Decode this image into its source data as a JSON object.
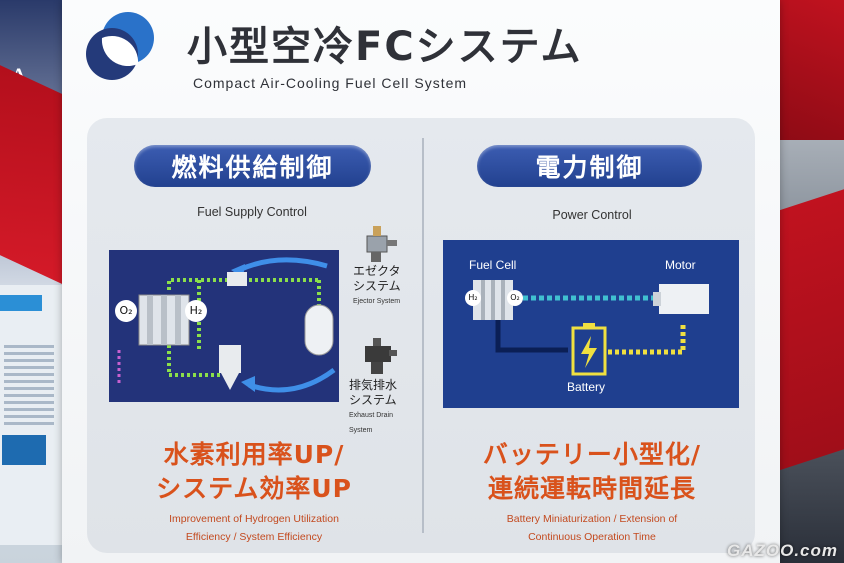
{
  "background": {
    "left_letter": "A"
  },
  "header": {
    "title_ja": "小型空冷FCシステム",
    "title_en": "Compact Air-Cooling Fuel Cell System"
  },
  "left_section": {
    "pill": "燃料供給制御",
    "subtitle": "Fuel Supply Control",
    "labels": {
      "o2": "O₂",
      "h2": "H₂",
      "ejector_ja_1": "エゼクタ",
      "ejector_ja_2": "システム",
      "ejector_en": "Ejector System",
      "exhaust_ja_1": "排気排水",
      "exhaust_ja_2": "システム",
      "exhaust_en_1": "Exhaust Drain",
      "exhaust_en_2": "System"
    },
    "benefit_ja_1": "水素利用率UP/",
    "benefit_ja_2": "システム効率UP",
    "benefit_en_1": "Improvement of Hydrogen Utilization",
    "benefit_en_2": "Efficiency / System Efficiency"
  },
  "right_section": {
    "pill": "電力制御",
    "subtitle": "Power Control",
    "labels": {
      "fuel_cell": "Fuel Cell",
      "motor": "Motor",
      "battery": "Battery",
      "h2": "H₂",
      "o2": "O₂"
    },
    "benefit_ja_1": "バッテリー小型化/",
    "benefit_ja_2": "連続運転時間延長",
    "benefit_en_1": "Battery Miniaturization / Extension of",
    "benefit_en_2": "Continuous Operation Time"
  },
  "watermark": "GAZOO.com",
  "colors": {
    "accent_blue": "#23337a",
    "pill_blue": "#2c4ba0",
    "benefit_orange": "#d9521c",
    "flow_green": "#8be04a",
    "flow_cyan": "#40c0d0",
    "flow_yellow": "#f0e040"
  }
}
